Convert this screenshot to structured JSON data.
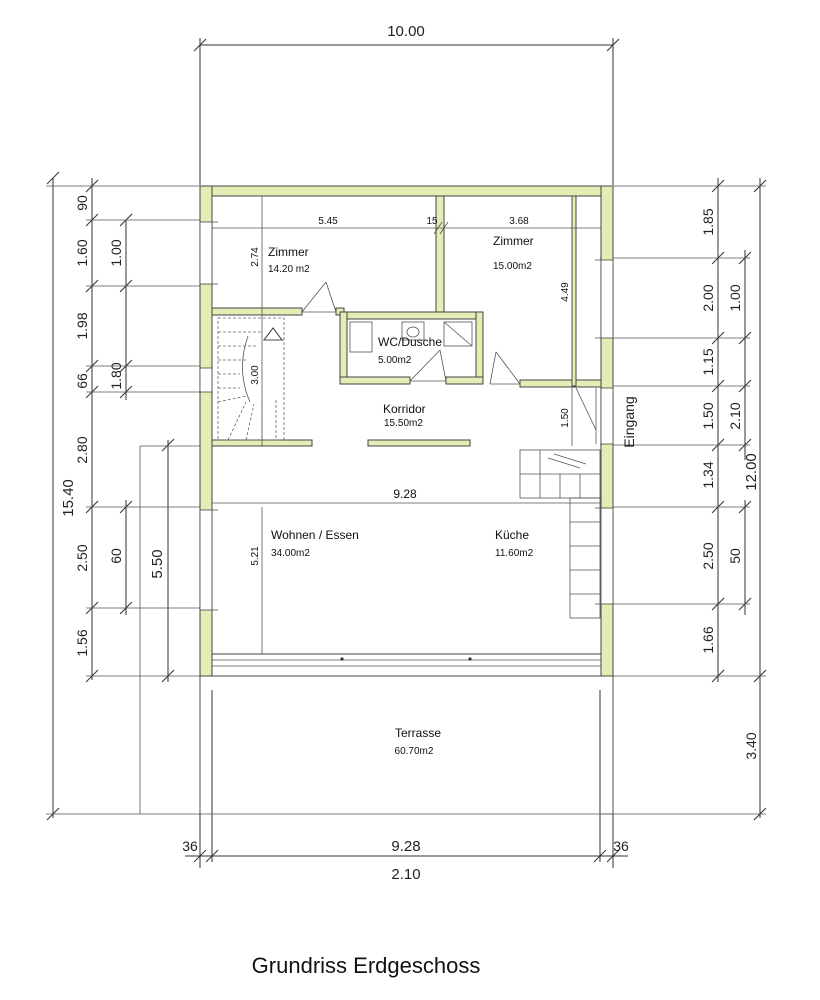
{
  "title": "Grundriss  Erdgeschoss",
  "rooms": {
    "zimmer1": {
      "name": "Zimmer",
      "area": "14.20 m2"
    },
    "zimmer2": {
      "name": "Zimmer",
      "area": "15.00m2"
    },
    "wc": {
      "name": "WC/Dusche",
      "area": "5.00m2"
    },
    "korridor": {
      "name": "Korridor",
      "area": "15.50m2"
    },
    "wohnen": {
      "name": "Wohnen / Essen",
      "area": "34.00m2"
    },
    "kueche": {
      "name": "Küche",
      "area": "11.60m2"
    },
    "terrasse": {
      "name": "Terrasse",
      "area": "60.70m2"
    },
    "eingang": {
      "name": "Eingang"
    }
  },
  "dims": {
    "top_total": "10.00",
    "inner_545": "5.45",
    "inner_15": "15",
    "inner_368": "3.68",
    "inner_274": "2.74",
    "inner_449": "4.49",
    "inner_300": "3.00",
    "inner_150": "1.50",
    "inner_928": "9.28",
    "inner_521": "5.21",
    "left_total": "15.40",
    "left_90": "90",
    "left_160": "1.60",
    "left_100": "1.00",
    "left_198": "1.98",
    "left_66": "66",
    "left_180": "1.80",
    "left_280": "2.80",
    "left_250": "2.50",
    "left_60": "60",
    "left_550": "5.50",
    "left_156": "1.56",
    "right_185": "1.85",
    "right_200": "2.00",
    "right_100": "1.00",
    "right_115": "1.15",
    "right_150": "1.50",
    "right_210": "2.10",
    "right_134": "1.34",
    "right_1200": "12.00",
    "right_250": "2.50",
    "right_50": "50",
    "right_166": "1.66",
    "right_340": "3.40",
    "bottom_36l": "36",
    "bottom_928": "9.28",
    "bottom_36r": "36",
    "bottom_210": "2.10"
  }
}
